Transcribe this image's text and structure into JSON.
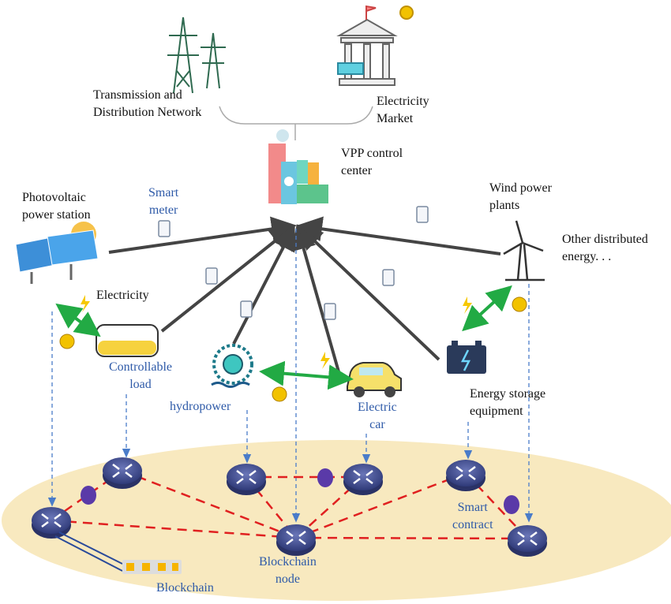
{
  "labels": {
    "transmission": [
      "Transmission and",
      "Distribution Network"
    ],
    "market": [
      "Electricity",
      "Market"
    ],
    "vpp": [
      "VPP control",
      "center"
    ],
    "pv": [
      "Photovoltaic",
      "power station"
    ],
    "smart_meter": [
      "Smart",
      "meter"
    ],
    "wind": [
      "Wind power",
      "plants"
    ],
    "other": [
      "Other distributed",
      "energy. . ."
    ],
    "electricity": "Electricity",
    "load": [
      "Controllable",
      "load"
    ],
    "hydro": "hydropower",
    "car": [
      "Electric",
      "car"
    ],
    "storage": [
      "Energy storage",
      "equipment"
    ],
    "smart_contract": [
      "Smart",
      "contract"
    ],
    "node": [
      "Blockchain",
      "node"
    ],
    "blockchain": "Blockchain"
  },
  "colors": {
    "power_arrow": "#444444",
    "trade_arrow": "#22aa44",
    "data_link": "#4a7cc9",
    "chain_link": "#e02020",
    "ellipse": "#f8e9bf",
    "router": "#3f4a8a",
    "label_blue": "#2e5aa8"
  }
}
